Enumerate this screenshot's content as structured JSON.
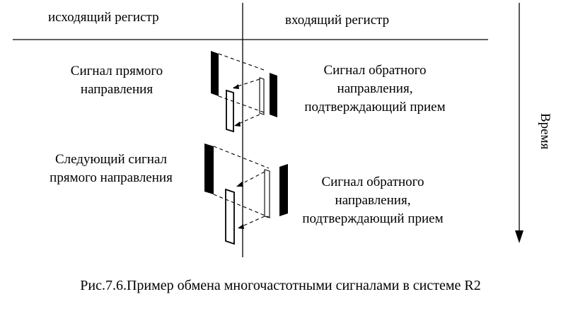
{
  "header": {
    "outgoing_register": "исходящий регистр",
    "incoming_register": "входящий регистр"
  },
  "labels": {
    "forward_signal": [
      "Сигнал прямого",
      "направления"
    ],
    "backward_signal_1": [
      "Сигнал обратного",
      "направления,",
      "подтверждающий прием"
    ],
    "next_forward_signal": [
      "Следующий сигнал",
      "прямого направления"
    ],
    "backward_signal_2": [
      "Сигнал обратного",
      "направления,",
      "подтверждающий прием"
    ]
  },
  "time_axis": {
    "label": "Время"
  },
  "caption": "Рис.7.6.Пример обмена многочастотными сигналами в системе R2"
}
